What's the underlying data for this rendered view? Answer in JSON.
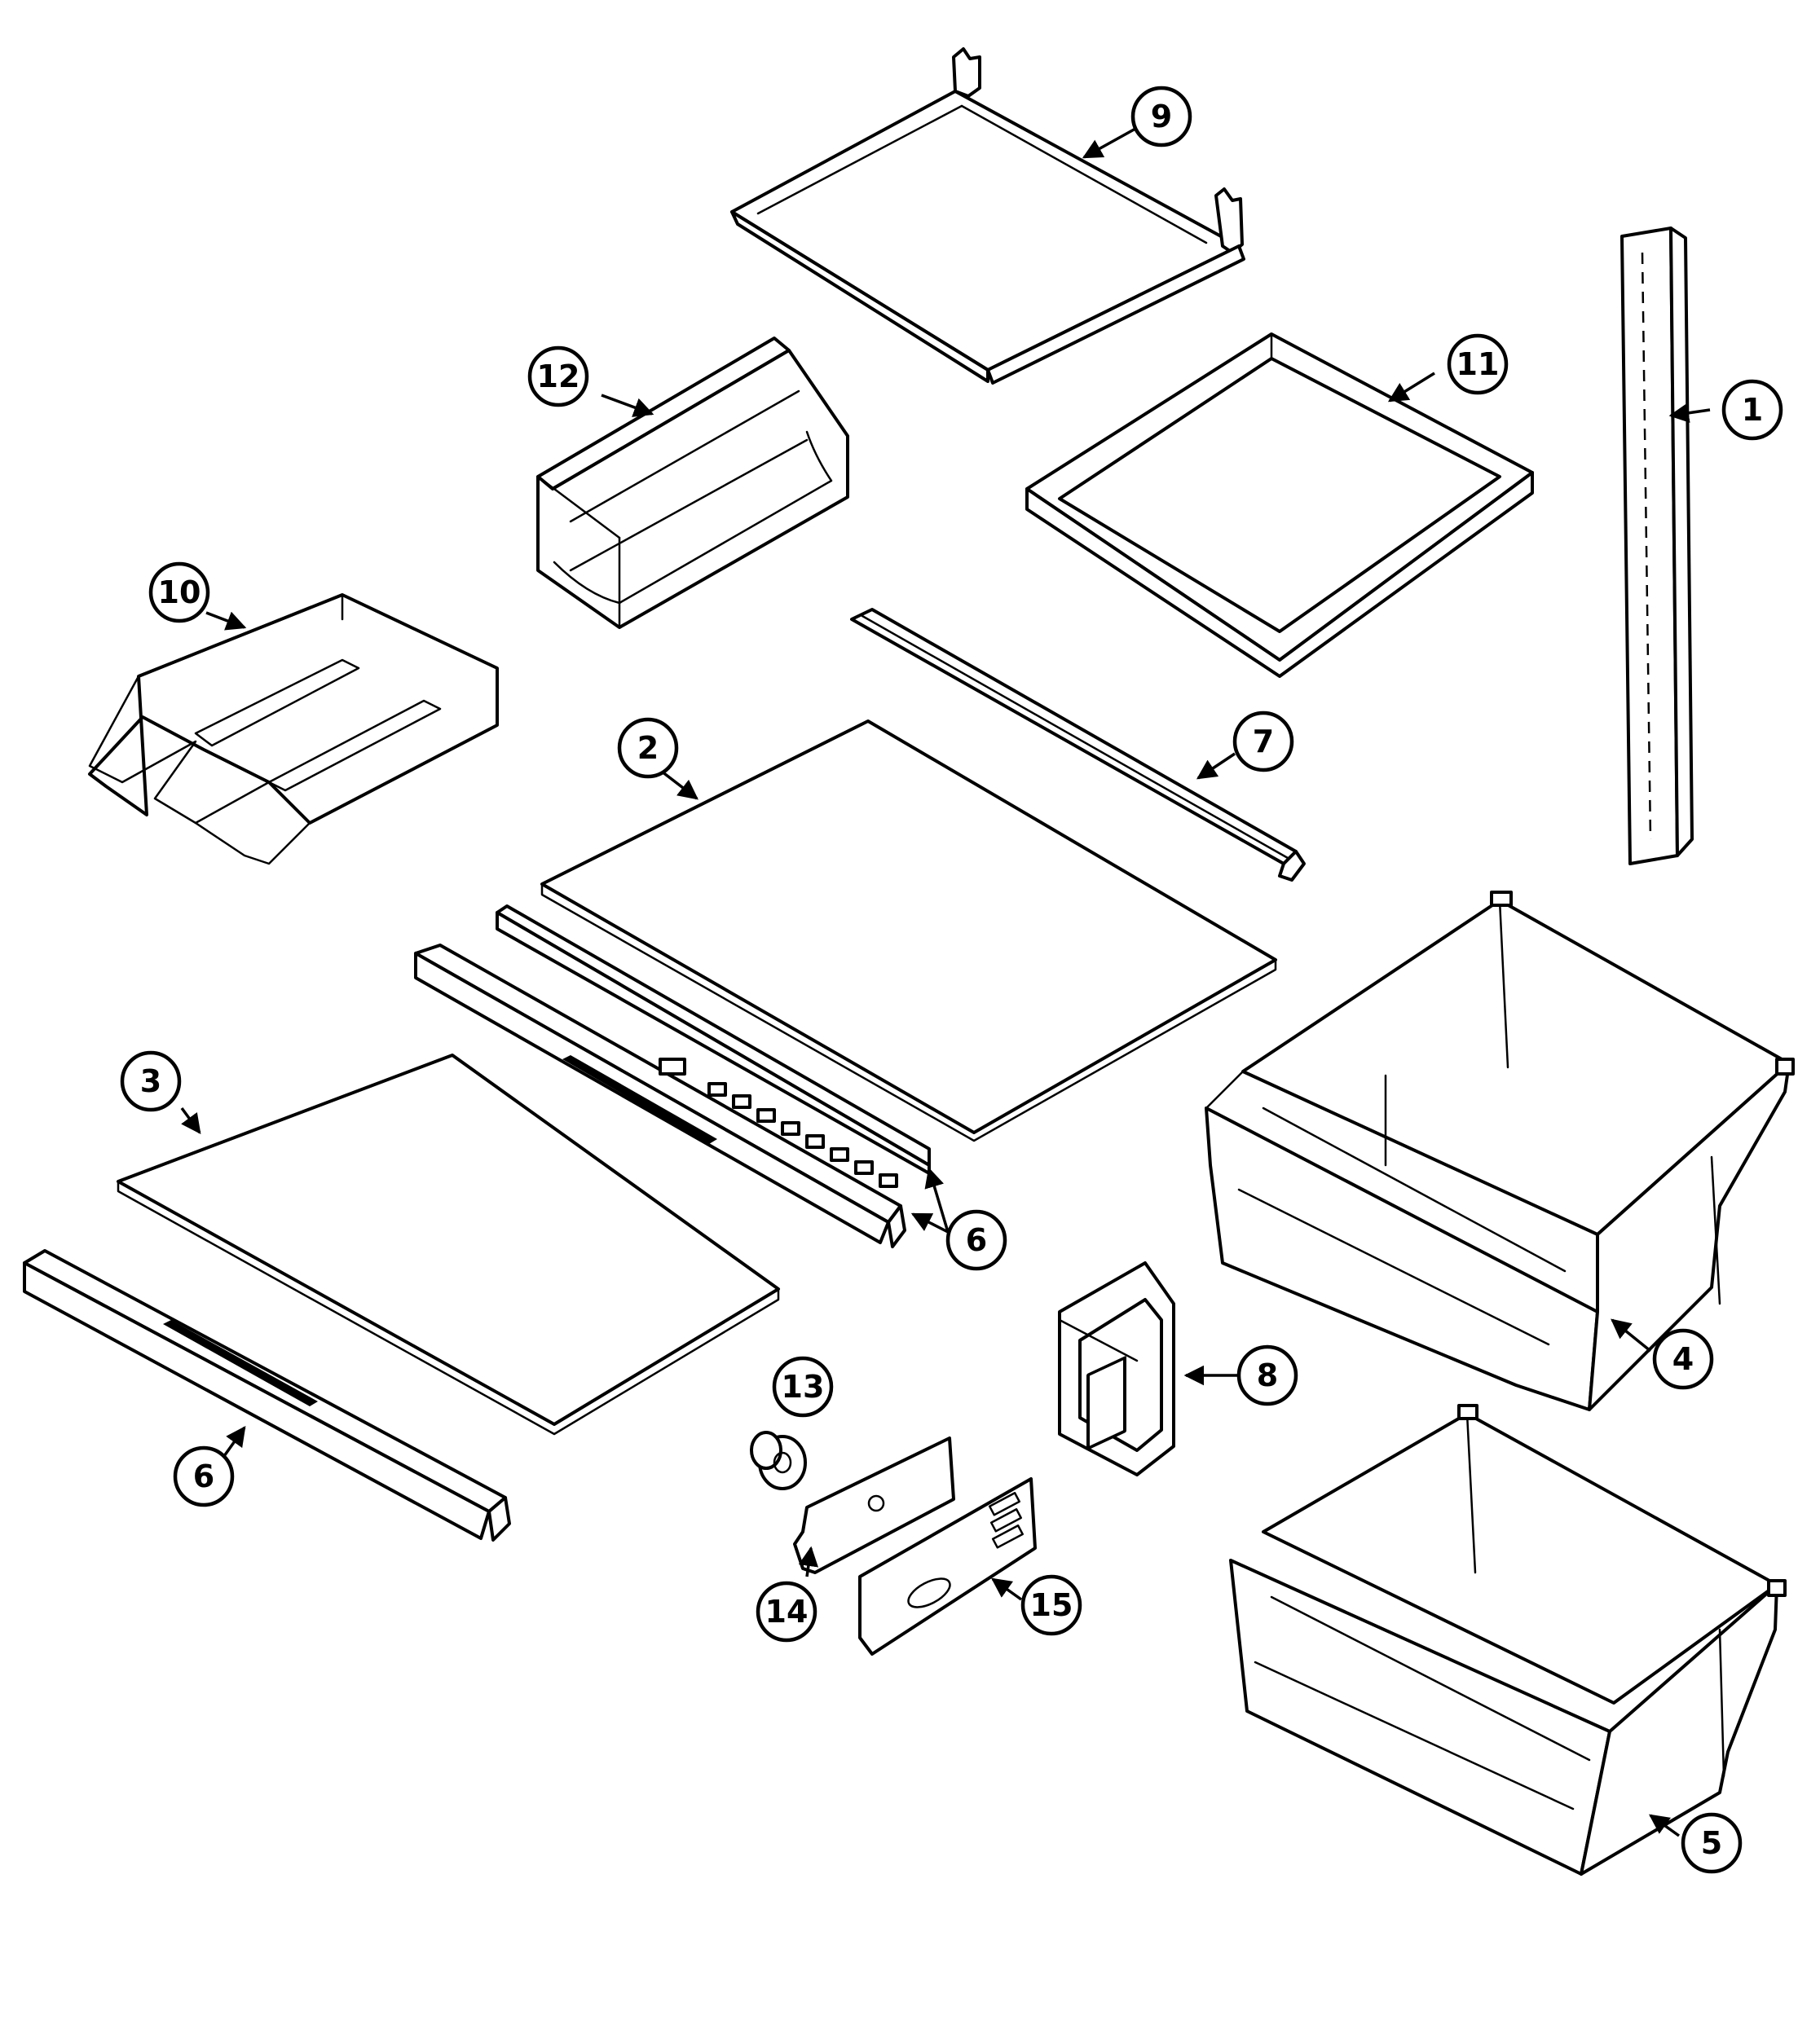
{
  "colors": {
    "line": "#000000",
    "background": "#ffffff"
  },
  "callouts": [
    {
      "id": "c1",
      "label": "1"
    },
    {
      "id": "c2",
      "label": "2"
    },
    {
      "id": "c3",
      "label": "3"
    },
    {
      "id": "c4",
      "label": "4"
    },
    {
      "id": "c5",
      "label": "5"
    },
    {
      "id": "c6a",
      "label": "6"
    },
    {
      "id": "c6b",
      "label": "6"
    },
    {
      "id": "c7",
      "label": "7"
    },
    {
      "id": "c8",
      "label": "8"
    },
    {
      "id": "c9",
      "label": "9"
    },
    {
      "id": "c10",
      "label": "10"
    },
    {
      "id": "c11",
      "label": "11"
    },
    {
      "id": "c12",
      "label": "12"
    },
    {
      "id": "c13",
      "label": "13"
    },
    {
      "id": "c14",
      "label": "14"
    },
    {
      "id": "c15",
      "label": "15"
    }
  ]
}
